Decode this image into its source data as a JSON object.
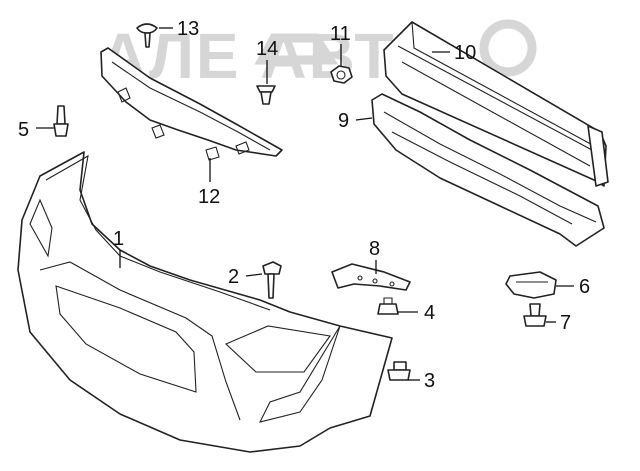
{
  "watermark": "АЛЕ   АВТО",
  "callouts": [
    {
      "id": "label-1",
      "text": "1"
    },
    {
      "id": "label-2",
      "text": "2"
    },
    {
      "id": "label-3",
      "text": "3"
    },
    {
      "id": "label-4",
      "text": "4"
    },
    {
      "id": "label-5",
      "text": "5"
    },
    {
      "id": "label-6",
      "text": "6"
    },
    {
      "id": "label-7",
      "text": "7"
    },
    {
      "id": "label-8",
      "text": "8"
    },
    {
      "id": "label-9",
      "text": "9"
    },
    {
      "id": "label-10",
      "text": "10"
    },
    {
      "id": "label-11",
      "text": "11"
    },
    {
      "id": "label-12",
      "text": "12"
    },
    {
      "id": "label-13",
      "text": "13"
    },
    {
      "id": "label-14",
      "text": "14"
    }
  ],
  "colors": {
    "line": "#222222",
    "watermark": "#d6d6d6",
    "background": "#ffffff"
  }
}
